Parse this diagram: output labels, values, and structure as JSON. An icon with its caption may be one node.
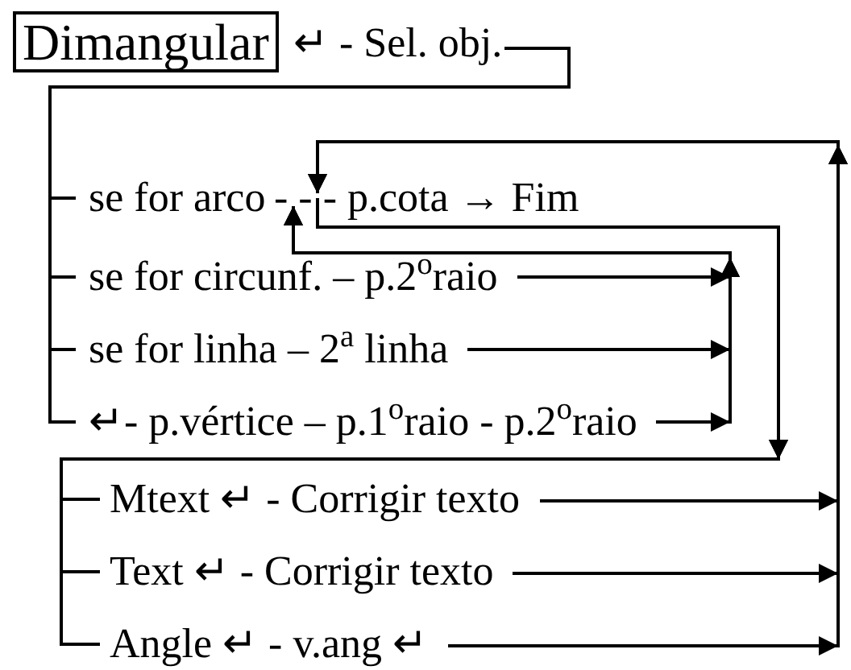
{
  "diagram": {
    "nodes": [
      {
        "text": [
          "Dimangular"
        ]
      },
      {
        "text": [
          "↵ - Sel. obj."
        ]
      },
      {
        "text": [
          "se for arco"
        ]
      },
      {
        "text": [
          "- - - p.cota → Fim"
        ]
      },
      {
        "text": [
          "se for circunf. – p.2$^{o}$raio"
        ]
      },
      {
        "text": [
          "se for linha – 2$^{a}$ linha"
        ]
      },
      {
        "text": [
          "↵- p.vértice – p.1$^{o}$raio - p.2$^{o}$raio"
        ]
      },
      {
        "text": [
          "Mtext ↵ - Corrigir texto"
        ]
      },
      {
        "text": [
          "Text ↵ - Corrigir texto"
        ]
      },
      {
        "text": [
          "Angle ↵ - v.ang ↵"
        ]
      }
    ],
    "edges": [
      {
        "from": 1,
        "to": 2,
        "arrow": "none"
      },
      {
        "from": 1,
        "to": 4,
        "arrow": "none"
      },
      {
        "from": 1,
        "to": 5,
        "arrow": "none"
      },
      {
        "from": 1,
        "to": 6,
        "arrow": "none"
      },
      {
        "from": 4,
        "to": 3,
        "arrow": "to"
      },
      {
        "from": 5,
        "to": 3,
        "arrow": "to"
      },
      {
        "from": 6,
        "to": 3,
        "arrow": "to"
      },
      {
        "from": 3,
        "to": 7,
        "arrow": "to"
      },
      {
        "from": 3,
        "to": 8,
        "arrow": "to"
      },
      {
        "from": 3,
        "to": 9,
        "arrow": "to"
      },
      {
        "from": 7,
        "to": 3,
        "arrow": "to"
      },
      {
        "from": 8,
        "to": 3,
        "arrow": "to"
      },
      {
        "from": 9,
        "to": 3,
        "arrow": "to"
      }
    ]
  }
}
